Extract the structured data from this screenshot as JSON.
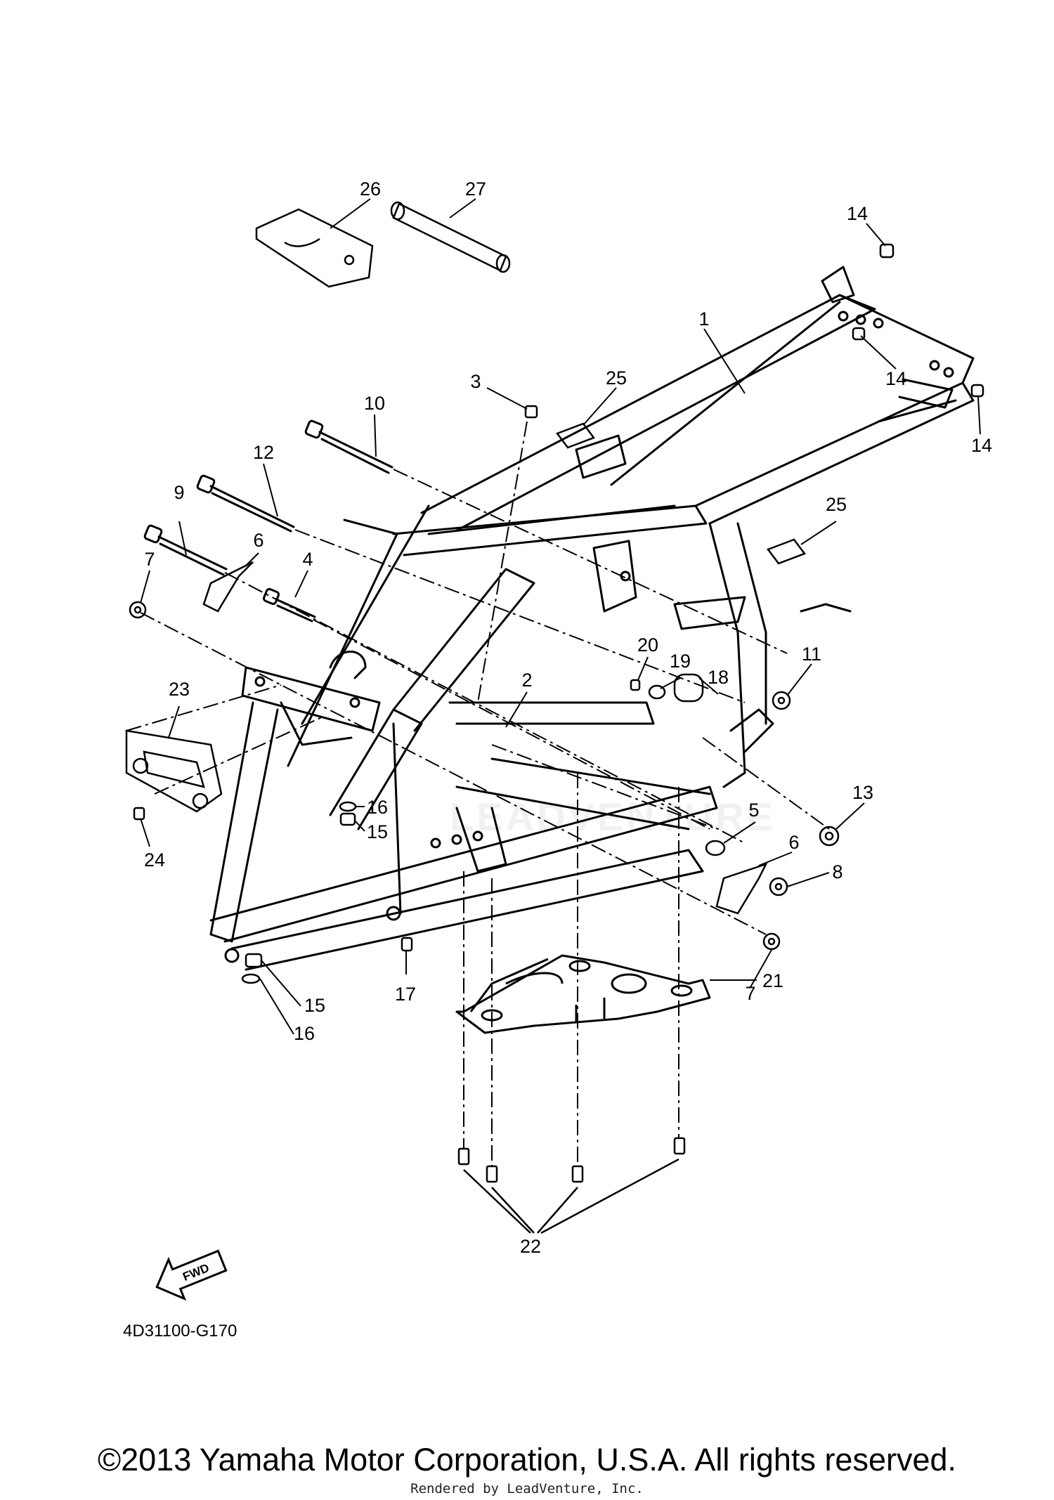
{
  "diagram": {
    "diagram_code": "4D31100-G170",
    "fwd_label": "FWD",
    "copyright": "©2013 Yamaha Motor Corporation, U.S.A. All rights reserved.",
    "rendered_by": "Rendered by LeadVenture, Inc.",
    "watermark": "LEADVENTURE",
    "callouts": [
      "26",
      "27",
      "14",
      "1",
      "14",
      "14",
      "3",
      "25",
      "10",
      "12",
      "9",
      "6",
      "7",
      "4",
      "25",
      "20",
      "19",
      "18",
      "11",
      "23",
      "2",
      "16",
      "15",
      "24",
      "5",
      "13",
      "6",
      "8",
      "17",
      "15",
      "16",
      "7",
      "21",
      "22"
    ]
  }
}
